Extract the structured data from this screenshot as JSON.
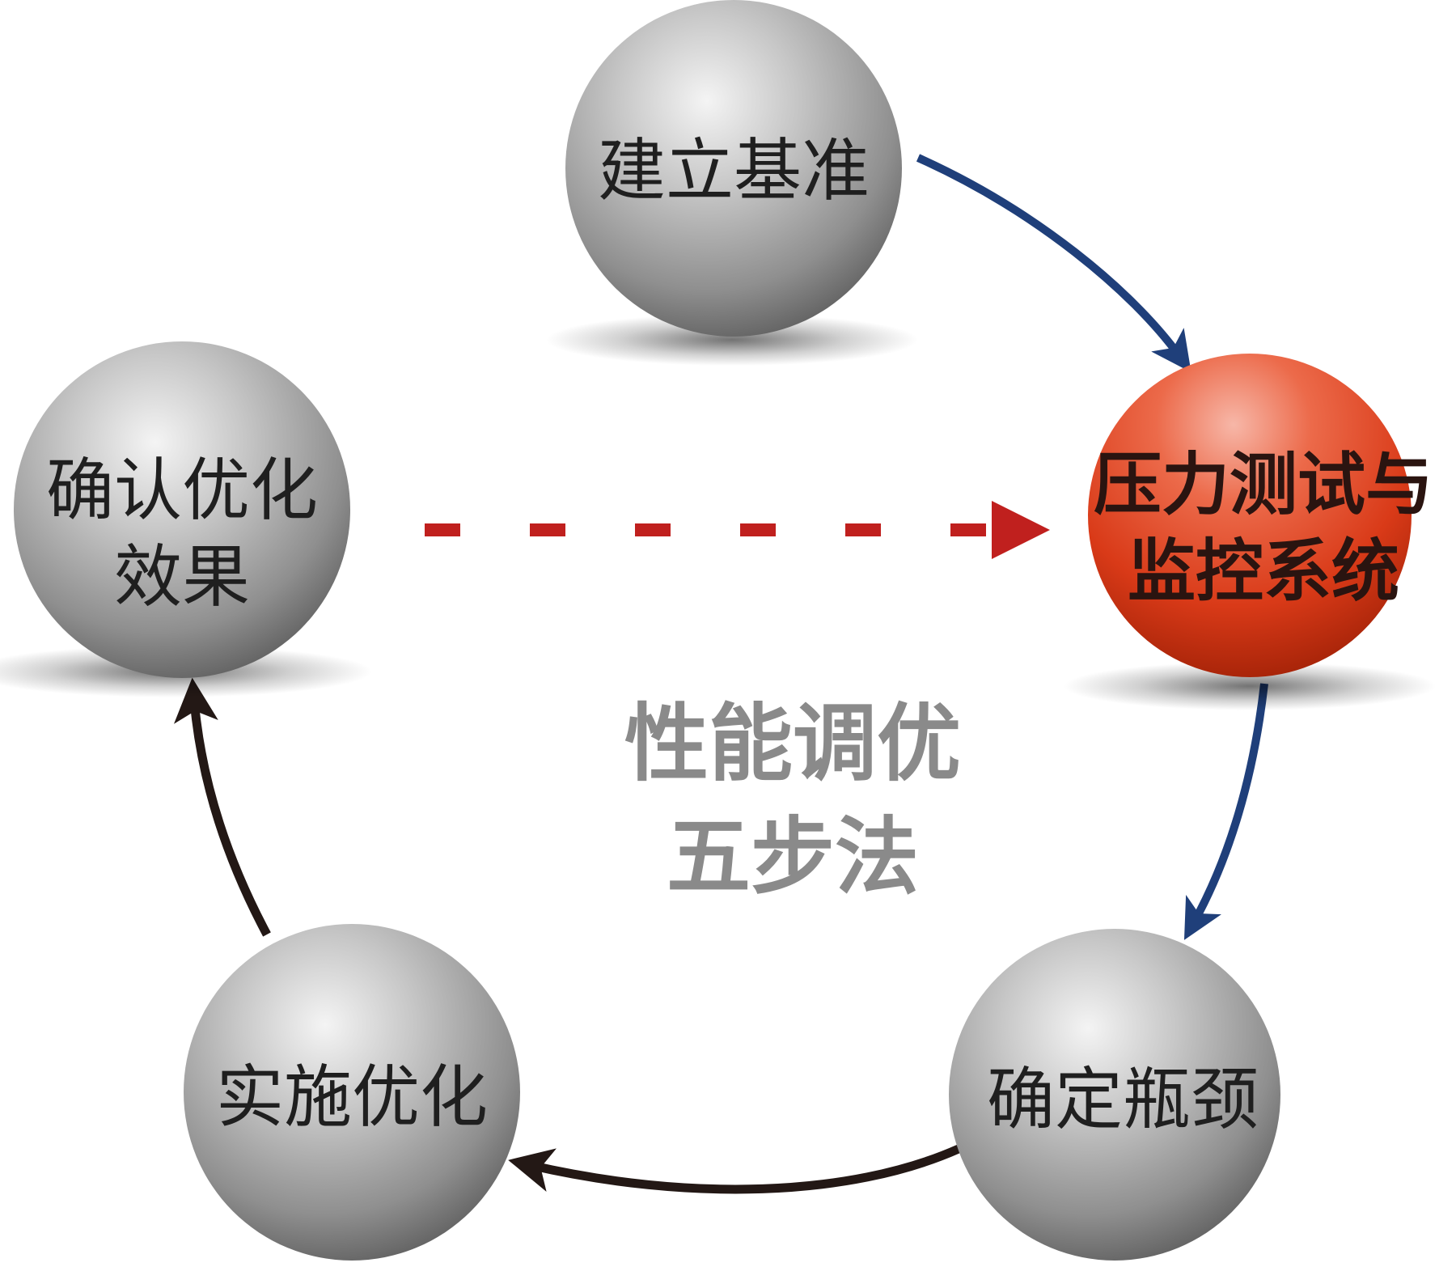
{
  "center": {
    "line1": "性能调优",
    "line2": "五步法"
  },
  "nodes": {
    "baseline": {
      "line1": "建立基准"
    },
    "stress": {
      "line1": "压力测试与",
      "line2": "监控系统"
    },
    "bottleneck": {
      "line1": "确定瓶颈"
    },
    "implement": {
      "line1": "实施优化"
    },
    "confirm": {
      "line1": "确认优化",
      "line2": "效果"
    }
  },
  "colors": {
    "sphere_gray": "#a9a9a9",
    "sphere_red": "#e0401e",
    "arrow_blue": "#1f3f7a",
    "arrow_dark": "#231815",
    "arrow_dashed_red": "#c0201e",
    "center_text": "#8a8a8a"
  }
}
